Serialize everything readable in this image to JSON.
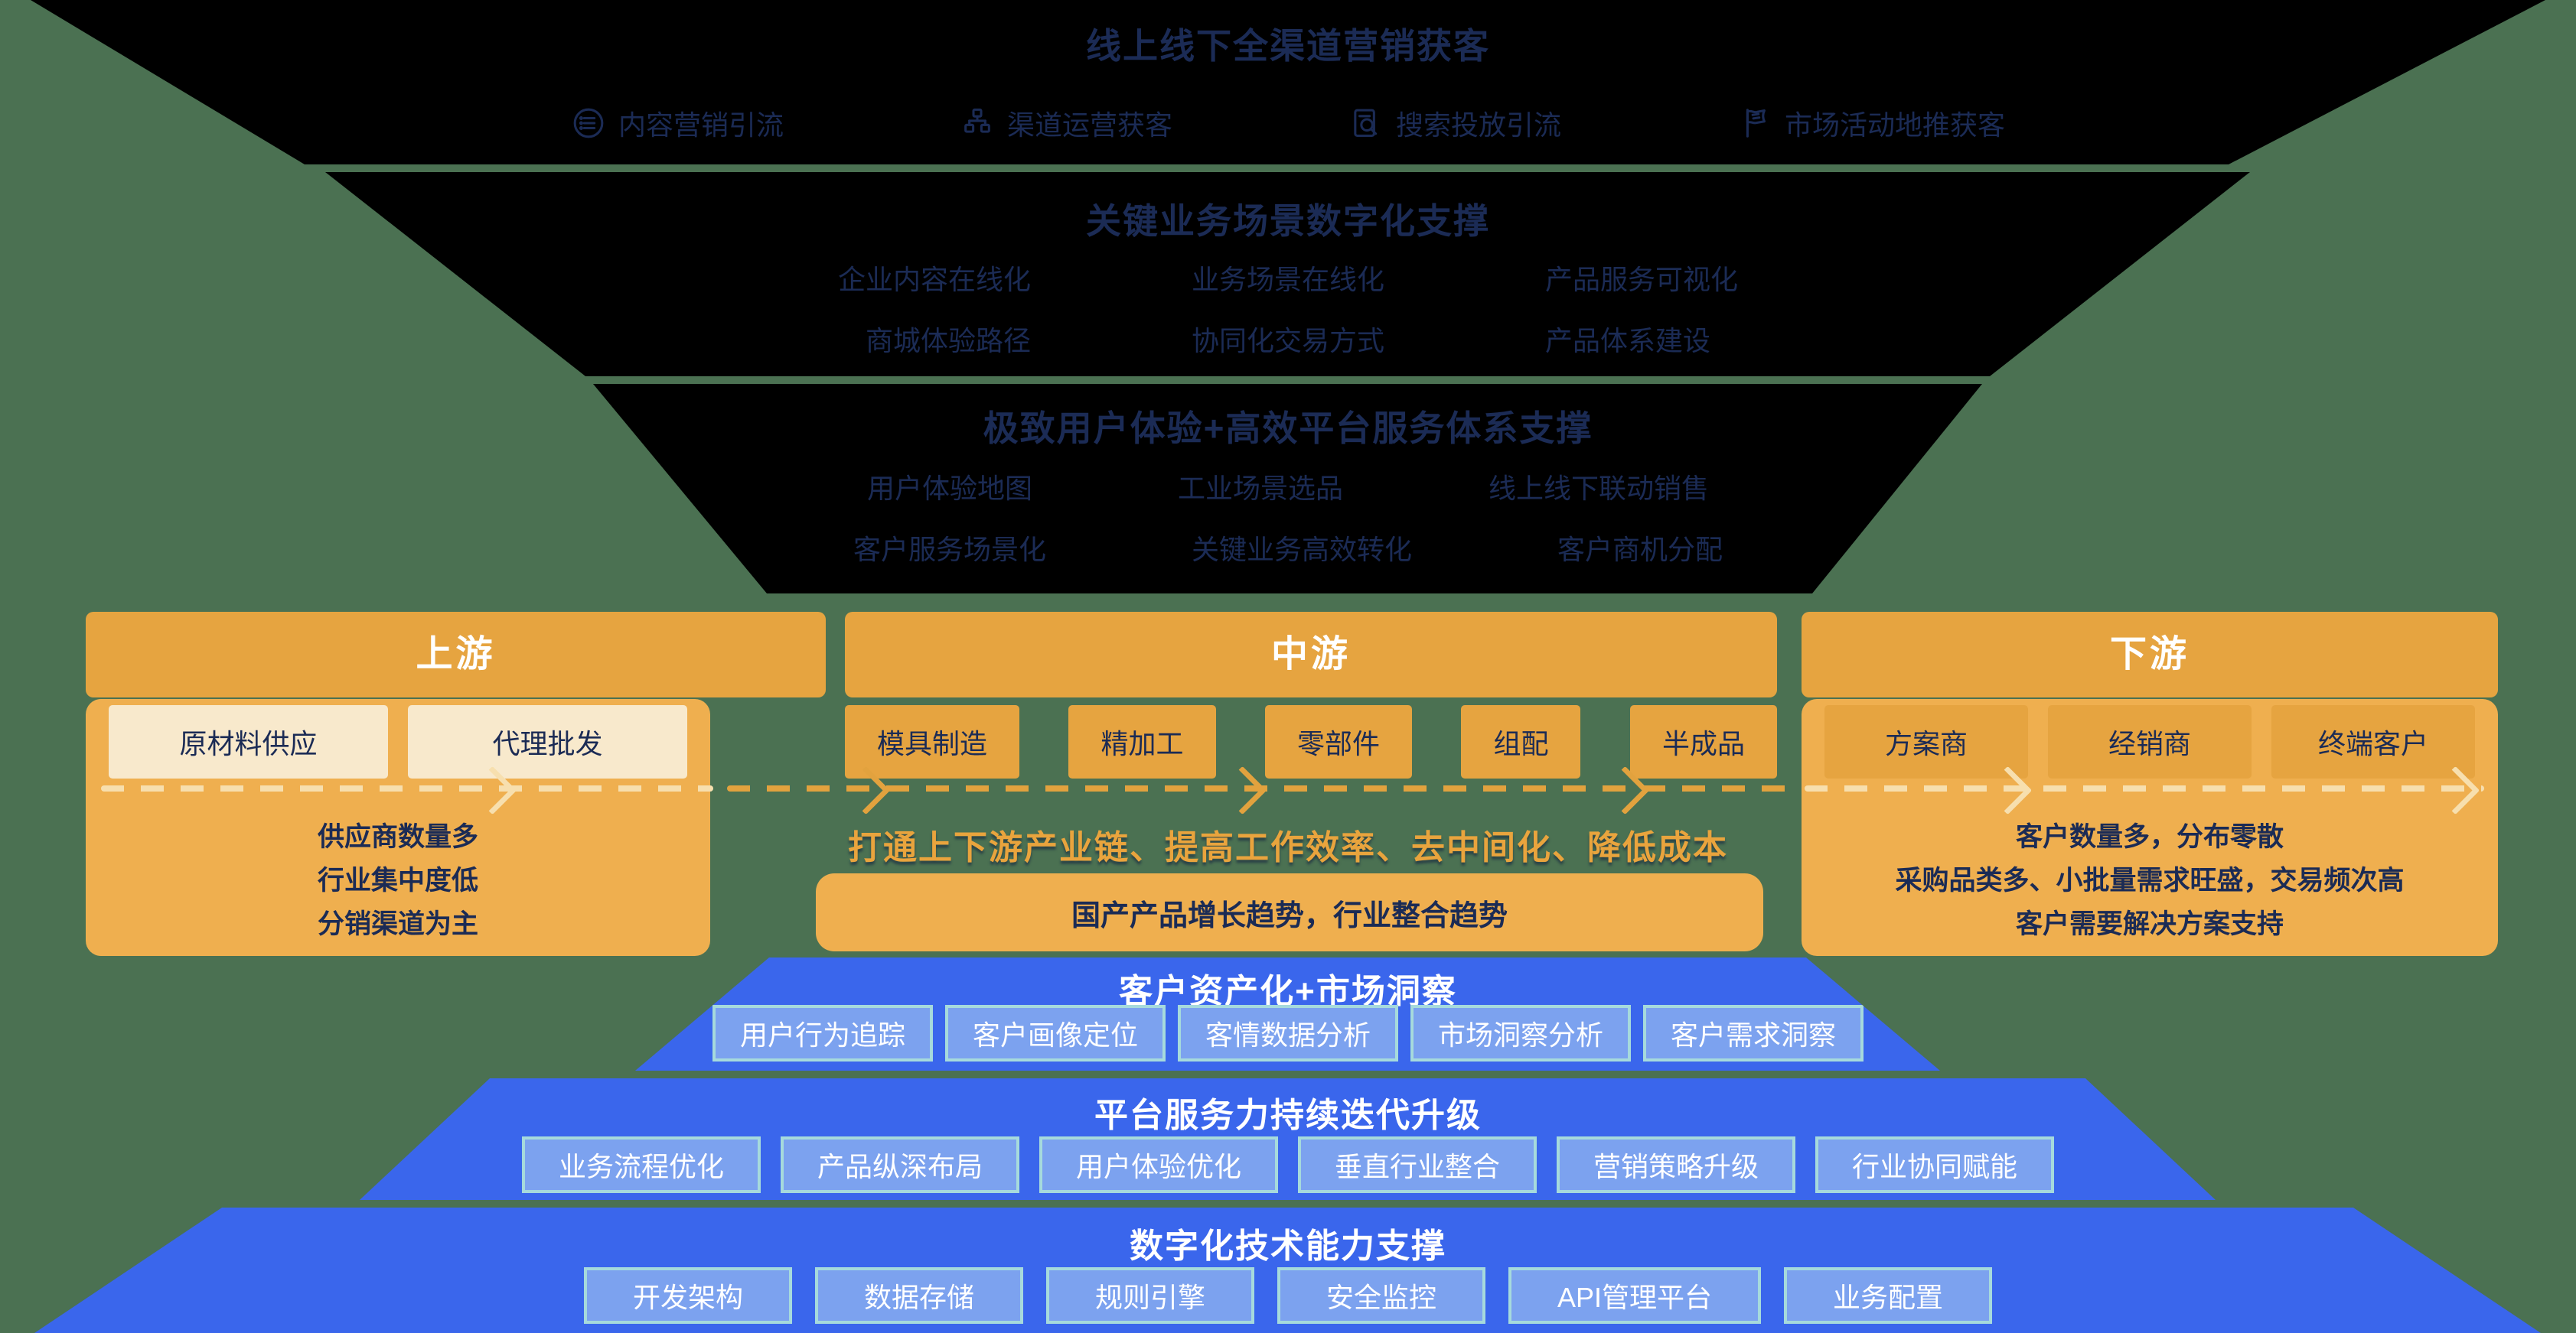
{
  "colors": {
    "background_green": "#4B7152",
    "funnel_black": "#000000",
    "navy_text": "#1B2B55",
    "orange_header": "#E6A440",
    "orange_panel": "#EFAF4F",
    "cream_box": "#F8E9CC",
    "blue_band": "#3A66EC",
    "blue_box": "#7CA2EF",
    "blue_box_border": "#A6DADC",
    "white_text": "#FFFFFF"
  },
  "funnel": {
    "levels": [
      {
        "title": "线上线下全渠道营销获客",
        "items": [
          {
            "icon": "content-loop-icon",
            "label": "内容营销引流"
          },
          {
            "icon": "channel-network-icon",
            "label": "渠道运营获客"
          },
          {
            "icon": "search-document-icon",
            "label": "搜索投放引流"
          },
          {
            "icon": "flag-icon",
            "label": "市场活动地推获客"
          }
        ]
      },
      {
        "title": "关键业务场景数字化支撑",
        "rows": [
          [
            "企业内容在线化",
            "业务场景在线化",
            "产品服务可视化"
          ],
          [
            "商城体验路径",
            "协同化交易方式",
            "产品体系建设"
          ]
        ]
      },
      {
        "title": "极致用户体验+高效平台服务体系支撑",
        "rows": [
          [
            "用户体验地图",
            "工业场景选品",
            "线上线下联动销售"
          ],
          [
            "客户服务场景化",
            "关键业务高效转化",
            "客户商机分配"
          ]
        ]
      }
    ]
  },
  "chain": {
    "upstream": {
      "header": "上游",
      "boxes": [
        "原材料供应",
        "代理批发"
      ],
      "notes": [
        "供应商数量多",
        "行业集中度低",
        "分销渠道为主"
      ]
    },
    "midstream": {
      "header": "中游",
      "boxes": [
        "模具制造",
        "精加工",
        "零部件",
        "组配",
        "半成品"
      ],
      "arrow_caption": "打通上下游产业链、提高工作效率、去中间化、降低成本",
      "trend_box": "国产产品增长趋势，行业整合趋势"
    },
    "downstream": {
      "header": "下游",
      "boxes": [
        "方案商",
        "经销商",
        "终端客户"
      ],
      "notes": [
        "客户数量多，分布零散",
        "采购品类多、小批量需求旺盛，交易频次高",
        "客户需要解决方案支持"
      ]
    }
  },
  "platform": {
    "levels": [
      {
        "title": "客户资产化+市场洞察",
        "boxes": [
          "用户行为追踪",
          "客户画像定位",
          "客情数据分析",
          "市场洞察分析",
          "客户需求洞察"
        ]
      },
      {
        "title": "平台服务力持续迭代升级",
        "boxes": [
          "业务流程优化",
          "产品纵深布局",
          "用户体验优化",
          "垂直行业整合",
          "营销策略升级",
          "行业协同赋能"
        ]
      },
      {
        "title": "数字化技术能力支撑",
        "boxes": [
          "开发架构",
          "数据存储",
          "规则引擎",
          "安全监控",
          "API管理平台",
          "业务配置"
        ]
      }
    ]
  }
}
